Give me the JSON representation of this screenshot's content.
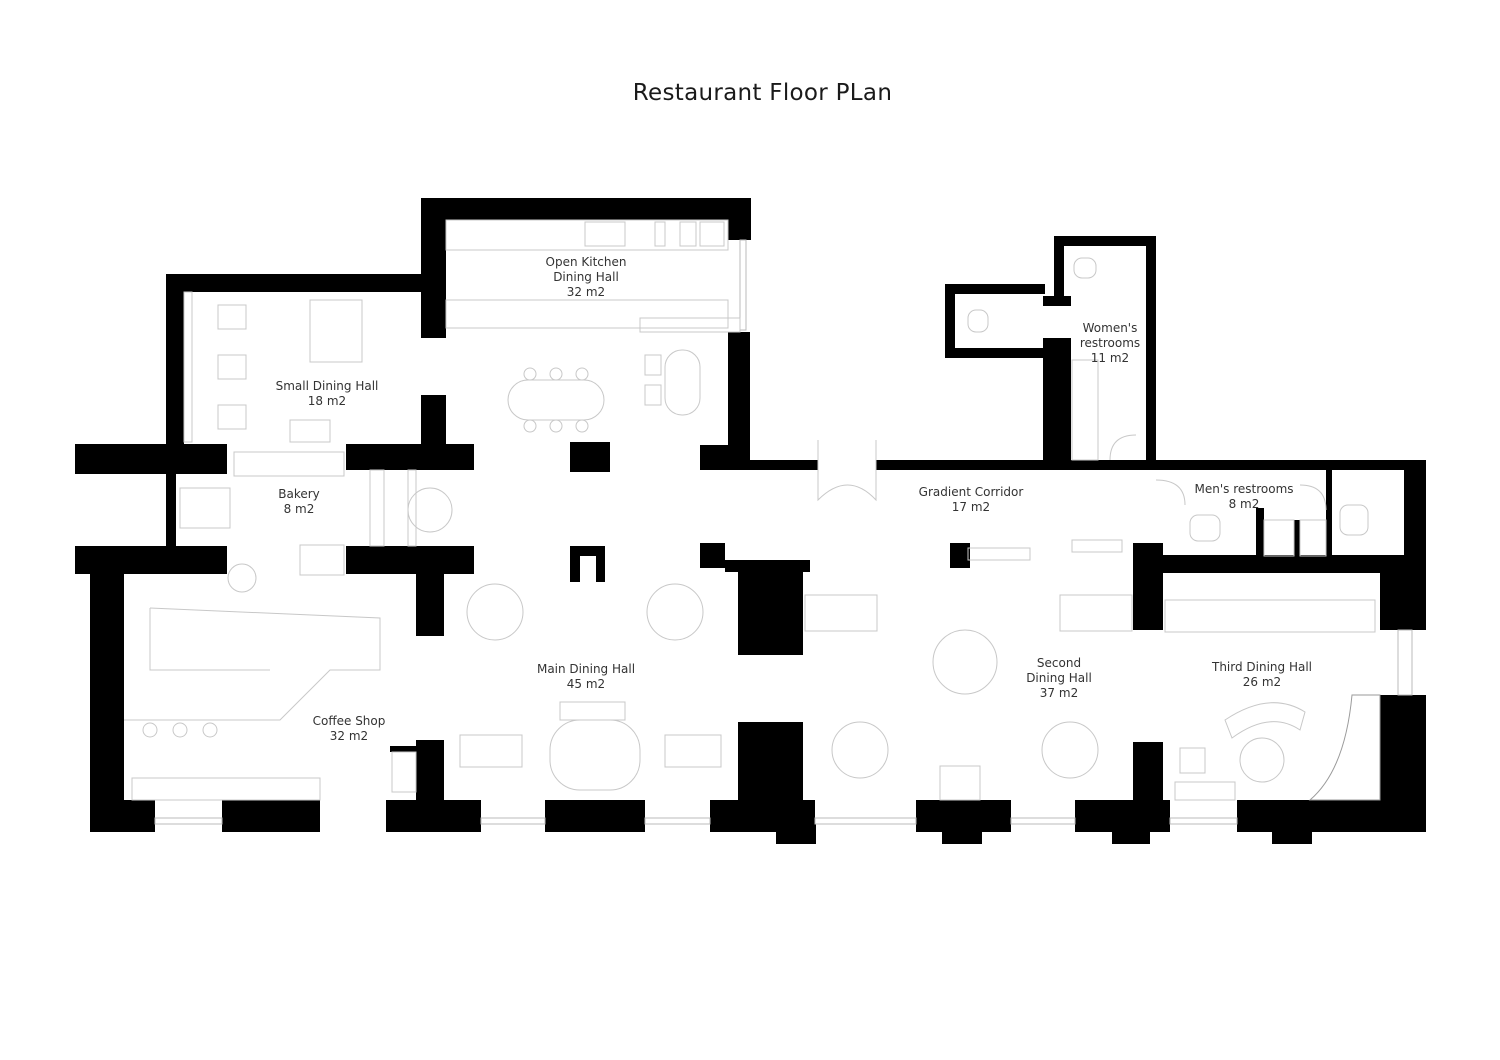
{
  "title": "Restaurant Floor PLan",
  "rooms": {
    "open_kitchen": {
      "name_line1": "Open Kitchen",
      "name_line2": "Dining Hall",
      "area": "32 m2"
    },
    "small_dining": {
      "name": "Small Dining Hall",
      "area": "18 m2"
    },
    "bakery": {
      "name": "Bakery",
      "area": "8 m2"
    },
    "coffee_shop": {
      "name": "Coffee Shop",
      "area": "32 m2"
    },
    "main_dining": {
      "name": "Main Dining Hall",
      "area": "45 m2"
    },
    "womens": {
      "name_line1": "Women's",
      "name_line2": "restrooms",
      "area": "11 m2"
    },
    "corridor": {
      "name": "Gradient Corridor",
      "area": "17 m2"
    },
    "mens": {
      "name": "Men's restrooms",
      "area": "8 m2"
    },
    "second_dining": {
      "name_line1": "Second",
      "name_line2": "Dining Hall",
      "area": "37 m2"
    },
    "third_dining": {
      "name": "Third Dining Hall",
      "area": "26 m2"
    }
  }
}
